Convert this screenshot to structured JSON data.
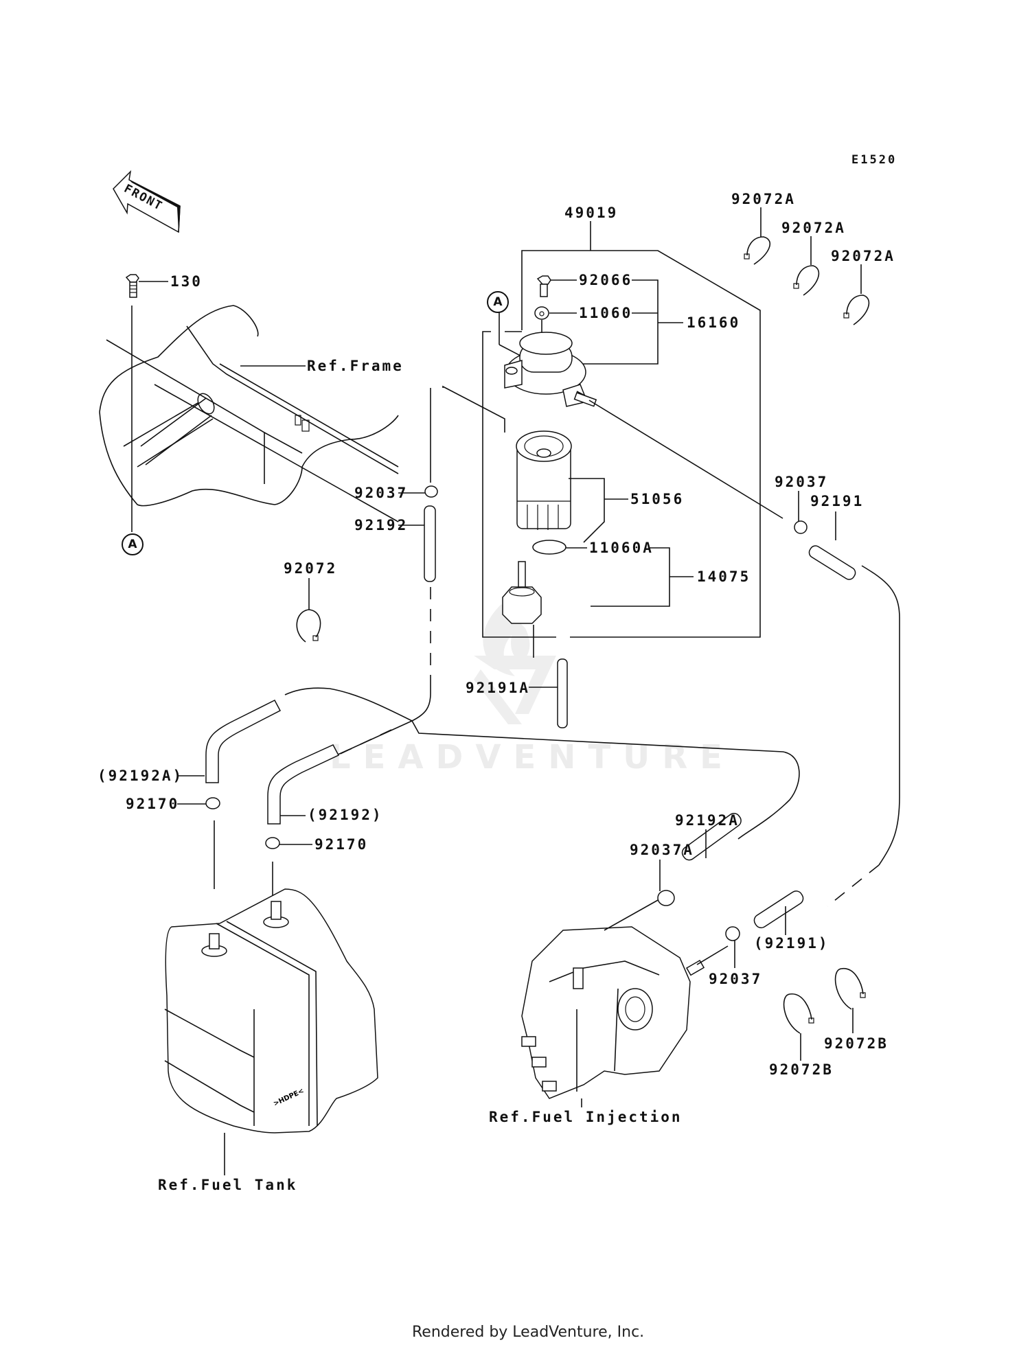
{
  "diagram": {
    "code": "E1520",
    "direction_indicator": "FRONT",
    "watermark": "LEADVENTURE",
    "callouts": [
      {
        "id": "c130",
        "label": "130"
      },
      {
        "id": "c-ref-frame",
        "label": "Ref.Frame"
      },
      {
        "id": "c49019",
        "label": "49019"
      },
      {
        "id": "c92066",
        "label": "92066"
      },
      {
        "id": "c11060",
        "label": "11060"
      },
      {
        "id": "c16160",
        "label": "16160"
      },
      {
        "id": "c92072a-1",
        "label": "92072A"
      },
      {
        "id": "c92072a-2",
        "label": "92072A"
      },
      {
        "id": "c92072a-3",
        "label": "92072A"
      },
      {
        "id": "c92037-left",
        "label": "92037"
      },
      {
        "id": "c92192",
        "label": "92192"
      },
      {
        "id": "c51056",
        "label": "51056"
      },
      {
        "id": "c11060a",
        "label": "11060A"
      },
      {
        "id": "c14075",
        "label": "14075"
      },
      {
        "id": "c92072",
        "label": "92072"
      },
      {
        "id": "c92037-right",
        "label": "92037"
      },
      {
        "id": "c92191",
        "label": "92191"
      },
      {
        "id": "c92191a",
        "label": "92191A"
      },
      {
        "id": "c92192a-paren",
        "label": "(92192A)"
      },
      {
        "id": "c92170-left",
        "label": "92170"
      },
      {
        "id": "c92192-paren",
        "label": "(92192)"
      },
      {
        "id": "c92170-right",
        "label": "92170"
      },
      {
        "id": "c92192a",
        "label": "92192A"
      },
      {
        "id": "c92037a",
        "label": "92037A"
      },
      {
        "id": "c92191-paren",
        "label": "(92191)"
      },
      {
        "id": "c92037-bottom",
        "label": "92037"
      },
      {
        "id": "c92072b-1",
        "label": "92072B"
      },
      {
        "id": "c92072b-2",
        "label": "92072B"
      },
      {
        "id": "c-ref-fuel-injection",
        "label": "Ref.Fuel Injection"
      },
      {
        "id": "c-ref-fuel-tank",
        "label": "Ref.Fuel Tank"
      }
    ],
    "reference_marks": [
      "A",
      "A"
    ],
    "tank_marking": ">HDPE<"
  },
  "footer": {
    "text": "Rendered by LeadVenture, Inc."
  }
}
